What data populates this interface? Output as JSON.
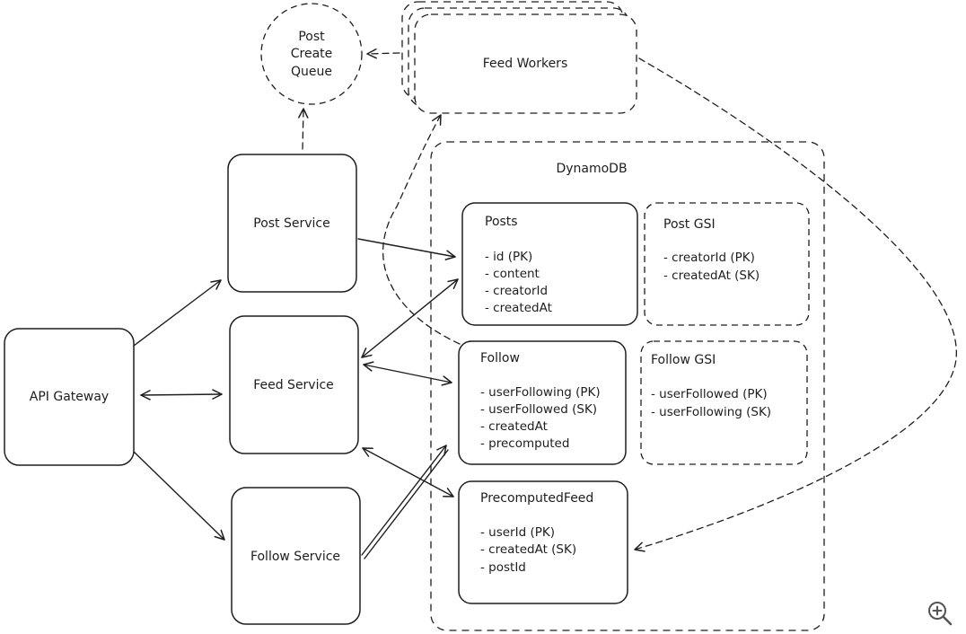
{
  "nodes": {
    "api_gateway": {
      "label": "API Gateway"
    },
    "post_service": {
      "label": "Post Service"
    },
    "feed_service": {
      "label": "Feed Service"
    },
    "follow_service": {
      "label": "Follow Service"
    },
    "post_create_queue": {
      "lines": [
        "Post",
        "Create",
        "Queue"
      ]
    },
    "feed_workers": {
      "label": "Feed Workers"
    },
    "dynamodb": {
      "label": "DynamoDB"
    },
    "posts_table": {
      "title": "Posts",
      "fields": [
        "- id (PK)",
        "- content",
        "- creatorId",
        "- createdAt"
      ]
    },
    "post_gsi": {
      "title": "Post GSI",
      "fields": [
        "- creatorId (PK)",
        "- createdAt (SK)"
      ]
    },
    "follow_table": {
      "title": "Follow",
      "fields": [
        "- userFollowing (PK)",
        "- userFollowed (SK)",
        "- createdAt",
        "- precomputed"
      ]
    },
    "follow_gsi": {
      "title": "Follow GSI",
      "fields": [
        "- userFollowed (PK)",
        "- userFollowing (SK)"
      ]
    },
    "precomputed_feed_table": {
      "title": "PrecomputedFeed",
      "fields": [
        "- userId (PK)",
        "- createdAt (SK)",
        "- postId"
      ]
    }
  },
  "controls": {
    "zoom_icon": "zoom-in-icon"
  },
  "colors": {
    "stroke": "#1e1e1e",
    "background": "#ffffff"
  }
}
